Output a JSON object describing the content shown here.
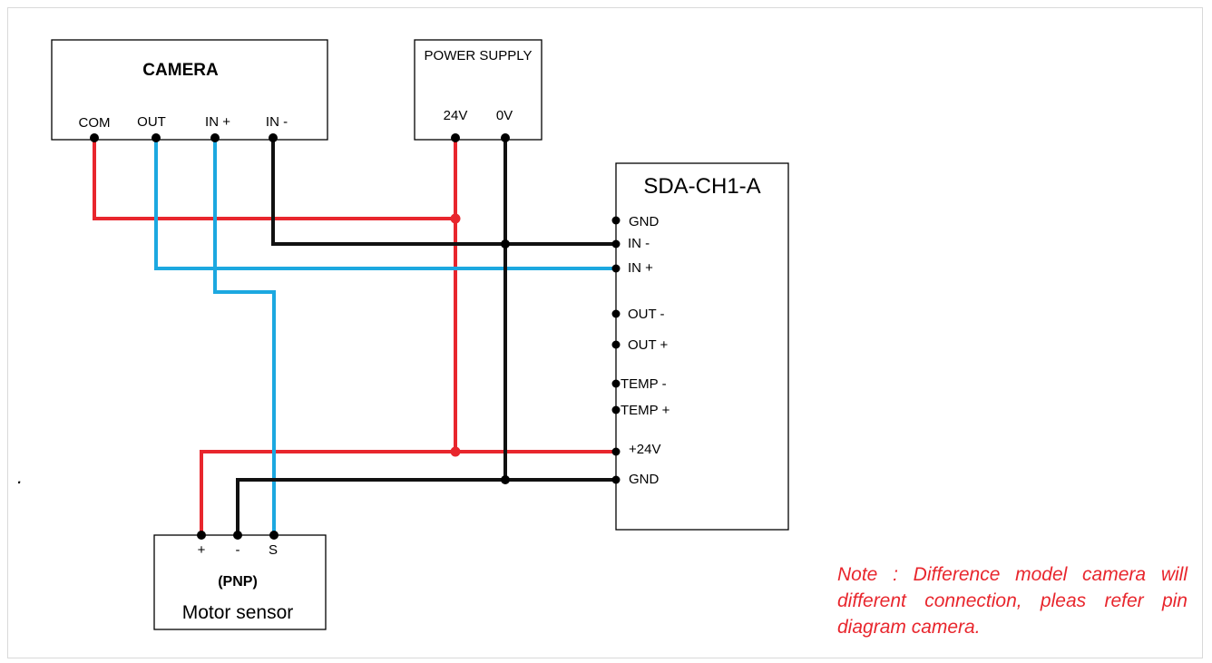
{
  "camera": {
    "title": "CAMERA",
    "pins": {
      "com": "COM",
      "out": "OUT",
      "in_plus": "IN +",
      "in_minus": "IN -"
    }
  },
  "power_supply": {
    "title": "POWER SUPPLY",
    "pins": {
      "v24": "24V",
      "v0": "0V"
    }
  },
  "controller": {
    "title": "SDA-CH1-A",
    "pins": {
      "gnd_top": "GND",
      "in_minus": "IN -",
      "in_plus": "IN +",
      "out_minus": "OUT -",
      "out_plus": "OUT +",
      "temp_minus": "TEMP -",
      "temp_plus": "TEMP +",
      "plus24": "+24V",
      "gnd_bottom": "GND"
    }
  },
  "motor_sensor": {
    "type": "(PNP)",
    "title": "Motor sensor",
    "pins": {
      "plus": "+",
      "minus": "-",
      "signal": "S"
    }
  },
  "note": "Note : Difference model camera will different connection, pleas refer pin diagram camera.",
  "stray_mark": ".",
  "colors": {
    "red_wire": "#e8262d",
    "blue_wire": "#1ca8e0",
    "black_wire": "#111111",
    "note_text": "#e8262d"
  }
}
